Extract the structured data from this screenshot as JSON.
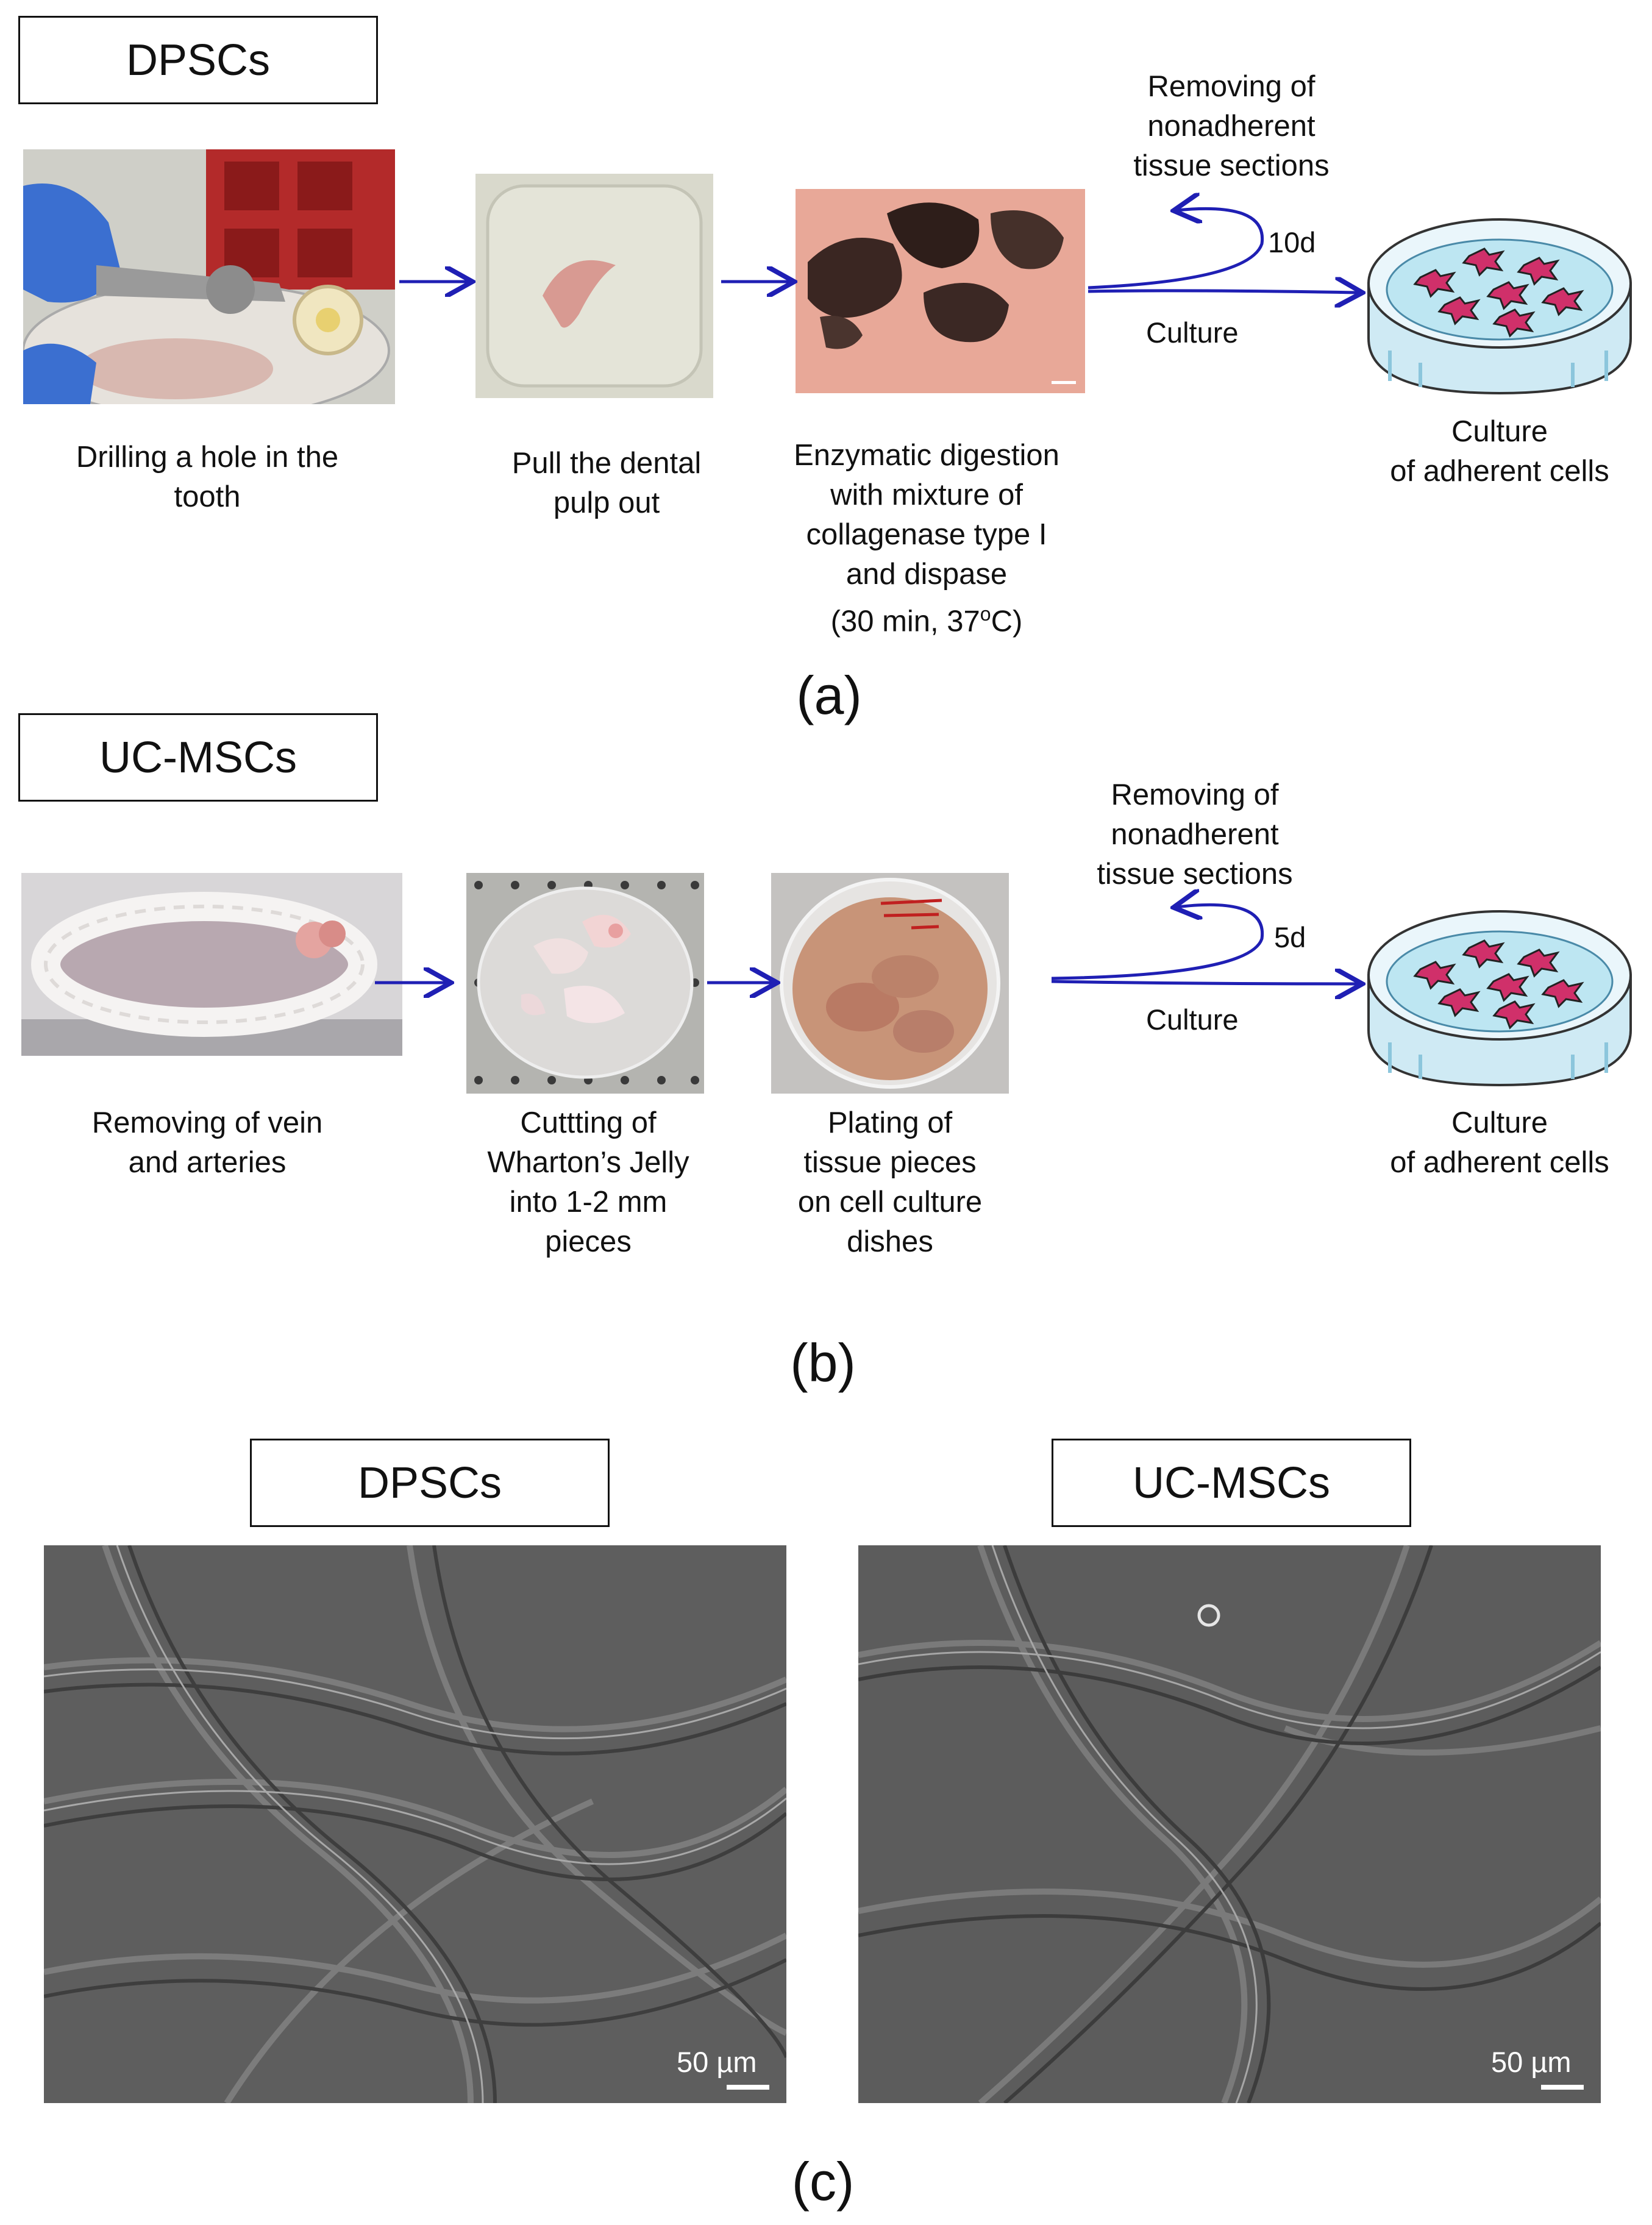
{
  "panel_a": {
    "title": "DPSCs",
    "label": "(a)",
    "steps": [
      {
        "lines": [
          "Drilling a hole in the",
          "tooth"
        ]
      },
      {
        "lines": [
          "Pull the dental",
          "pulp out"
        ]
      },
      {
        "lines": [
          "Enzymatic digestion",
          "with mixture of",
          "collagenase type I",
          "and dispase"
        ],
        "temp": {
          "pre": "(30 min, 37",
          "sup": "o",
          "post": "C)"
        }
      }
    ],
    "loop_text": [
      "Removing of",
      "nonadherent",
      "tissue sections"
    ],
    "loop_days": "10d",
    "arrow_label": "Culture",
    "result": [
      "Culture",
      "of adherent cells"
    ]
  },
  "panel_b": {
    "title": "UC-MSCs",
    "label": "(b)",
    "steps": [
      {
        "lines": [
          "Removing of vein",
          "and arteries"
        ]
      },
      {
        "lines": [
          "Cuttting of",
          "Wharton’s Jelly",
          "into 1-2 mm",
          "pieces"
        ]
      },
      {
        "lines": [
          "Plating of",
          "tissue pieces",
          "on cell culture",
          "dishes"
        ]
      }
    ],
    "loop_text": [
      "Removing of",
      "nonadherent",
      "tissue sections"
    ],
    "loop_days": "5d",
    "arrow_label": "Culture",
    "result": [
      "Culture",
      "of adherent cells"
    ]
  },
  "panel_c": {
    "label": "(c)",
    "images": [
      {
        "title": "DPSCs",
        "scale": "50 µm"
      },
      {
        "title": "UC-MSCs",
        "scale": "50 µm"
      }
    ]
  },
  "colors": {
    "arrow": "#1f1fb4",
    "dish": "#bde6f2",
    "cell": "#d0306a"
  }
}
